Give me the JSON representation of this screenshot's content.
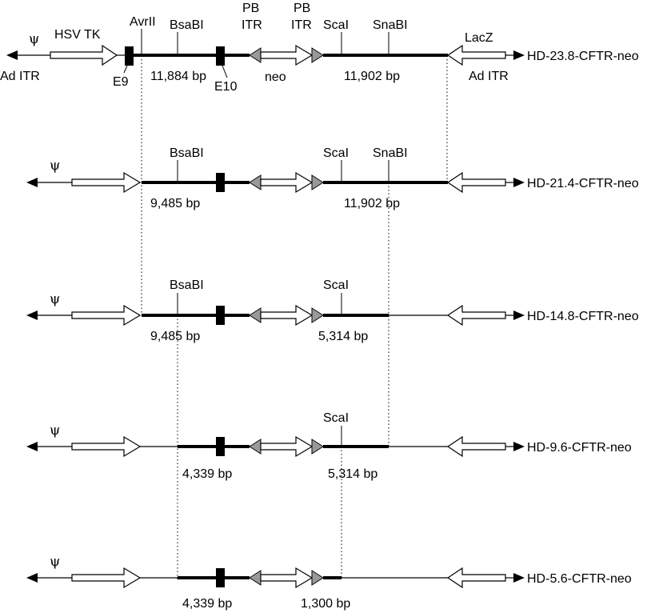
{
  "diagram": {
    "top_labels": {
      "psi": "ψ",
      "hsv_tk": "HSV TK",
      "avrii": "AvrII",
      "bsabi": "BsaBI",
      "pb_itr_left_1": "PB",
      "pb_itr_left_2": "ITR",
      "pb_itr_right_1": "PB",
      "pb_itr_right_2": "ITR",
      "scai": "ScaI",
      "snabi": "SnaBI",
      "lacz": "LacZ",
      "ad_itr_left": "Ad ITR",
      "ad_itr_right": "Ad ITR",
      "e9": "E9",
      "e10": "E10",
      "neo": "neo"
    },
    "constructs": [
      {
        "name": "HD-23.8-CFTR-neo",
        "left_fragment": "11,884 bp",
        "right_fragment": "11,902 bp",
        "sites": [
          "AvrII",
          "BsaBI",
          "ScaI",
          "SnaBI"
        ]
      },
      {
        "name": "HD-21.4-CFTR-neo",
        "left_fragment": "9,485 bp",
        "right_fragment": "11,902 bp",
        "sites": [
          "BsaBI",
          "ScaI",
          "SnaBI"
        ]
      },
      {
        "name": "HD-14.8-CFTR-neo",
        "left_fragment": "9,485 bp",
        "right_fragment": "5,314 bp",
        "sites": [
          "BsaBI",
          "ScaI"
        ]
      },
      {
        "name": "HD-9.6-CFTR-neo",
        "left_fragment": "4,339 bp",
        "right_fragment": "5,314 bp",
        "sites": [
          "ScaI"
        ]
      },
      {
        "name": "HD-5.6-CFTR-neo",
        "left_fragment": "4,339 bp",
        "right_fragment": "1,300 bp",
        "sites": []
      }
    ],
    "psi_rows": [
      "ψ",
      "ψ",
      "ψ",
      "ψ"
    ]
  }
}
